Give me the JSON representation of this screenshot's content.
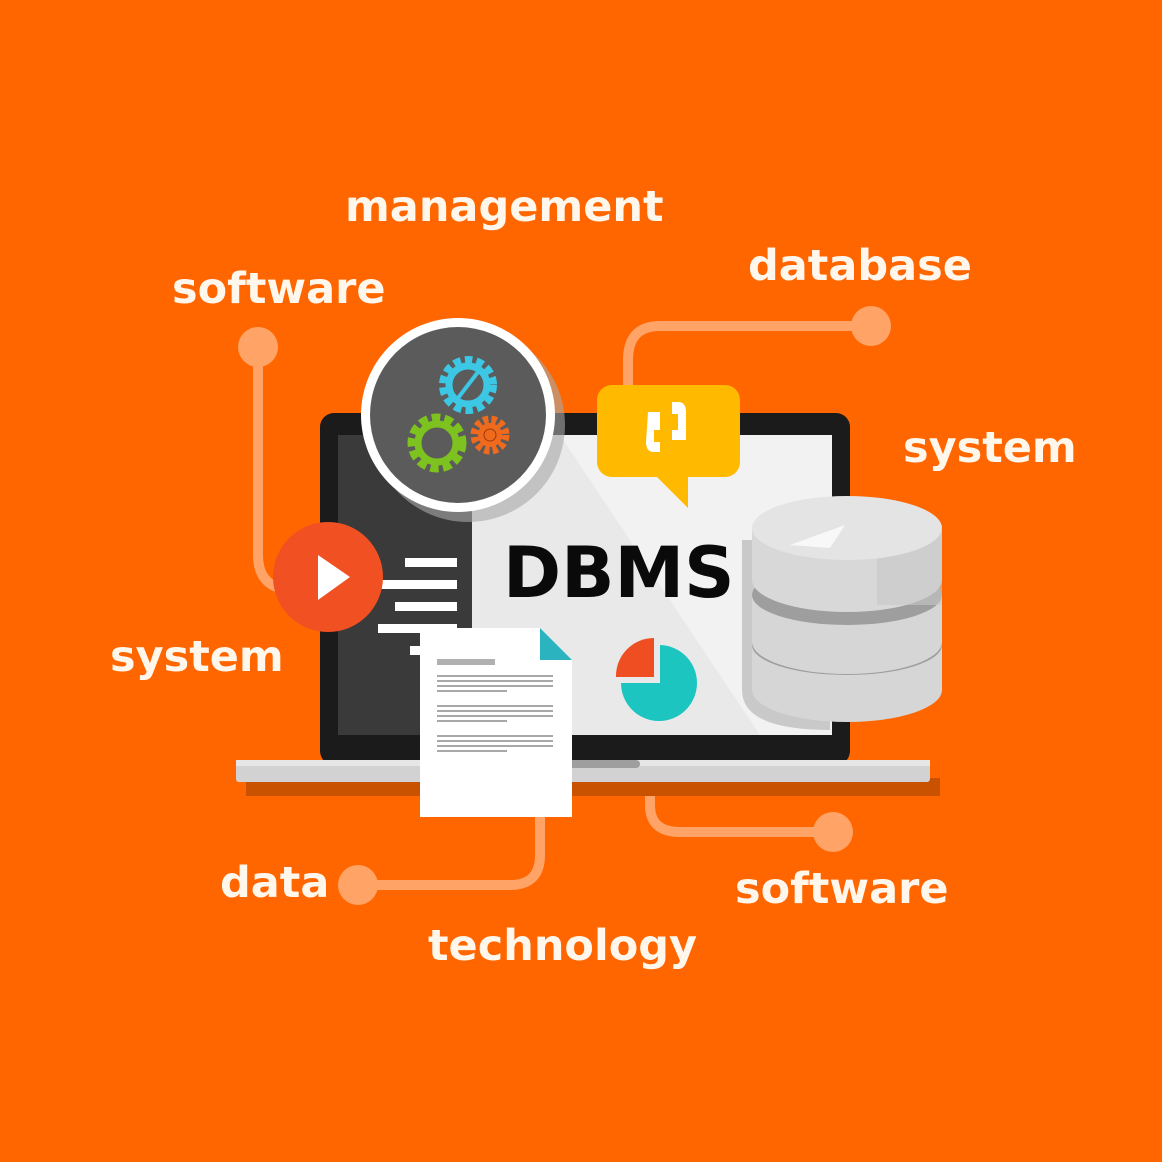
{
  "labels": {
    "management": "management",
    "software_top": "software",
    "database": "database",
    "system_right": "system",
    "system_left": "system",
    "data": "data",
    "technology": "technology",
    "software_bottom": "software"
  },
  "screen": {
    "title": "DBMS"
  },
  "icons": [
    "gears-icon",
    "play-icon",
    "menu-lines-icon",
    "phone-chat-bubble-icon",
    "pie-chart-icon",
    "document-icon",
    "database-icon",
    "laptop-icon"
  ],
  "colors": {
    "background": "#FF6600",
    "connector": "#FFA466",
    "play": "#F05022",
    "bubble": "#FFBA00",
    "teal": "#1CC5C0"
  }
}
